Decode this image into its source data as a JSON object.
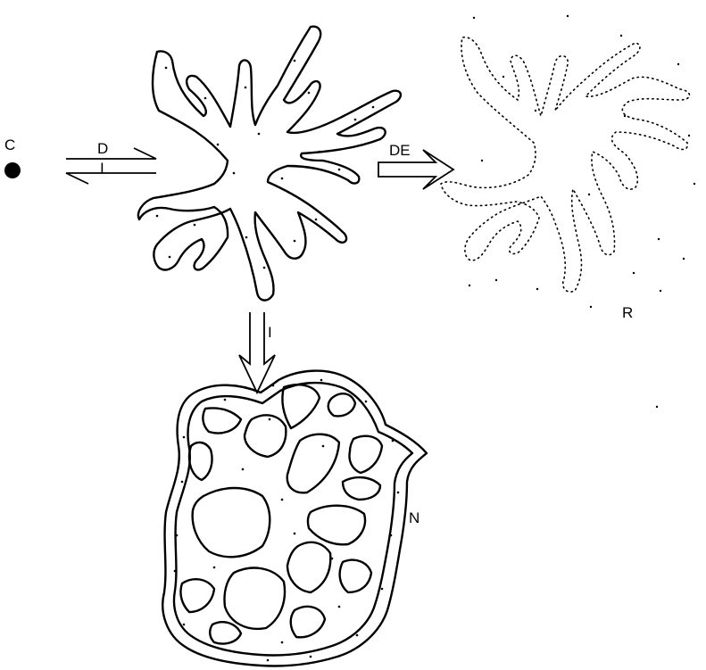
{
  "labels": {
    "c": "C",
    "d": "D",
    "i_horizontal": "I",
    "de": "DE",
    "r": "R",
    "i_vertical": "I",
    "n": "N"
  },
  "colors": {
    "ink": "#000000",
    "background": "#ffffff"
  },
  "icons": {
    "dot": "filled-circle",
    "equilibrium": "double-harpoon-arrow",
    "open_arrow": "hollow-double-arrow"
  }
}
